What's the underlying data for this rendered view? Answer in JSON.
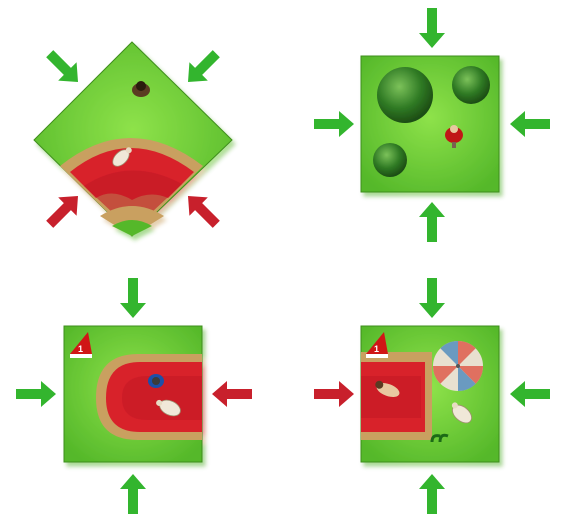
{
  "colors": {
    "grass": "#6fd13a",
    "grass_dark": "#4fae24",
    "field": "#d8202c",
    "field_dark": "#a81018",
    "sand_border": "#c9a060",
    "arrow_green": "#33b52e",
    "arrow_red": "#c8202c",
    "tree": "#2f7a24",
    "flag_red": "#d01818"
  },
  "tiles": [
    {
      "id": "tile-1",
      "shape": "diamond",
      "contents": [
        "person-icon",
        "sheep-icon",
        "curved-red-field"
      ]
    },
    {
      "id": "tile-2",
      "shape": "square",
      "contents": [
        "tree-icon",
        "tree-icon",
        "tree-icon",
        "person-icon"
      ]
    },
    {
      "id": "tile-3",
      "shape": "square",
      "contents": [
        "flag-icon",
        "curved-red-field",
        "person-icon",
        "sheep-icon"
      ]
    },
    {
      "id": "tile-4",
      "shape": "square",
      "contents": [
        "flag-icon",
        "parasol-icon",
        "person-icon",
        "sheep-icon",
        "grass-tuft-icon"
      ]
    }
  ],
  "flag_labels": [
    "1",
    "1"
  ]
}
